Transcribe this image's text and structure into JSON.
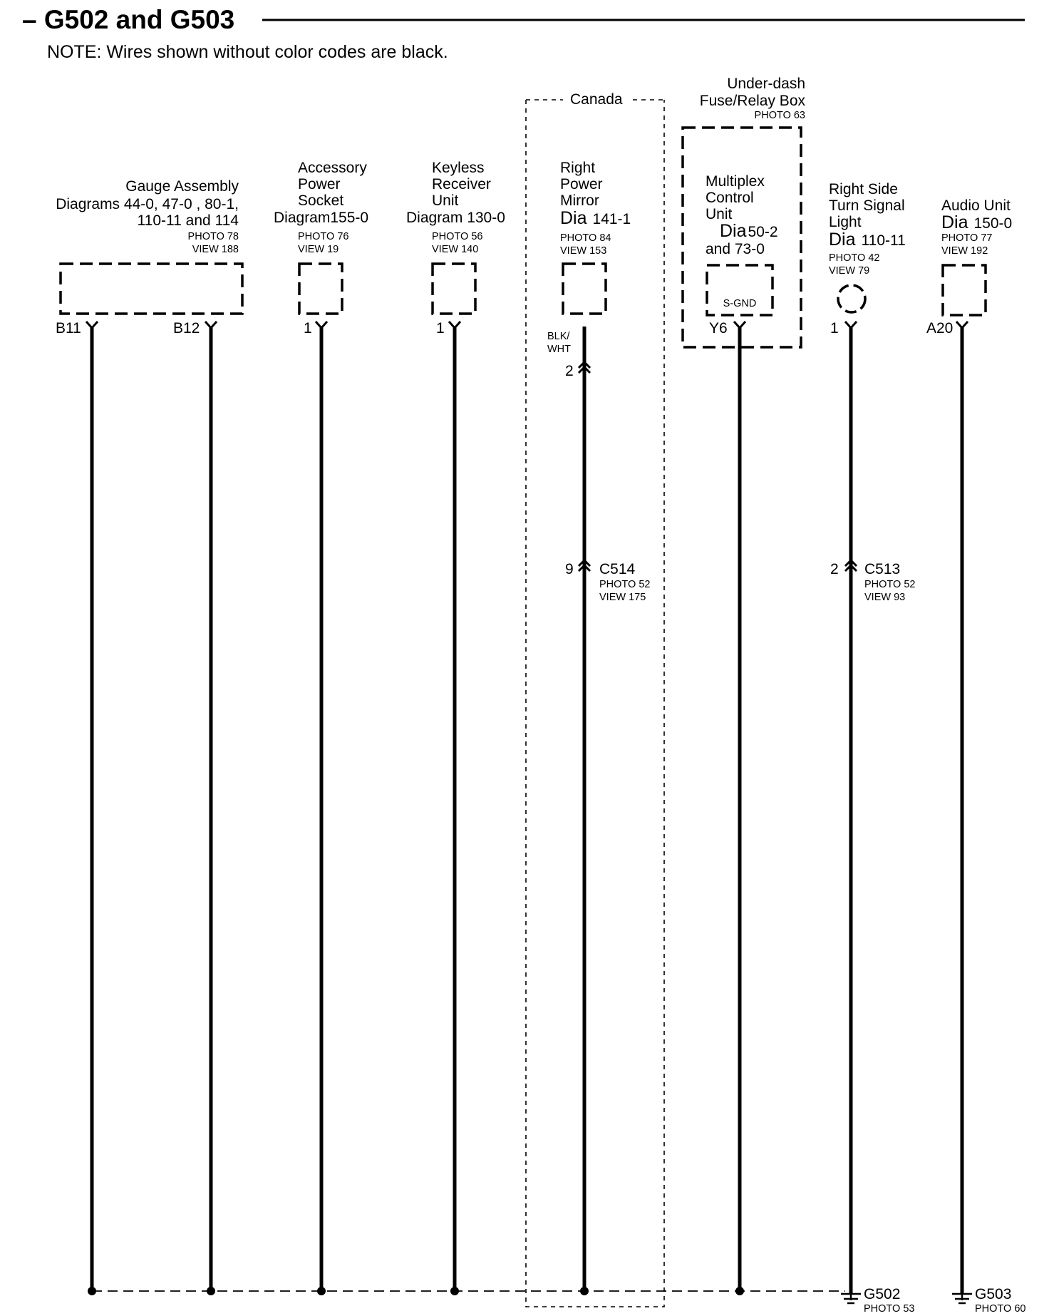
{
  "title": "– G502 and G503",
  "note": "NOTE: Wires shown without color codes are black.",
  "option_region": {
    "label": "Canada"
  },
  "fuse_box": {
    "lines": [
      "Under-dash",
      "Fuse/Relay Box"
    ],
    "photo": "PHOTO 63"
  },
  "components": [
    {
      "id": "gauge",
      "name_lines": [
        "Gauge Assembly"
      ],
      "diagram_lines": [
        "Diagrams 44-0, 47-0 , 80-1,",
        "110-11 and 114"
      ],
      "photo": "PHOTO 78",
      "view": "VIEW 188",
      "pins": [
        "B11",
        "B12"
      ]
    },
    {
      "id": "accessory-socket",
      "name_lines": [
        "Accessory",
        "Power",
        "Socket"
      ],
      "diagram_lines": [
        "Diagram155-0"
      ],
      "photo": "PHOTO 76",
      "view": "VIEW 19",
      "pins": [
        "1"
      ]
    },
    {
      "id": "keyless-receiver",
      "name_lines": [
        "Keyless",
        "Receiver",
        "Unit"
      ],
      "diagram_lines": [
        "Diagram 130-0"
      ],
      "photo": "PHOTO 56",
      "view": "VIEW 140",
      "pins": [
        "1"
      ]
    },
    {
      "id": "right-mirror",
      "name_lines": [
        "Right",
        "Power",
        "Mirror"
      ],
      "dia_prefix": "Dia",
      "dia_num": "141-1",
      "photo": "PHOTO 84",
      "view": "VIEW 153",
      "wire_color": [
        "BLK/",
        "WHT"
      ],
      "pins": [
        "2",
        "9"
      ],
      "connector": {
        "name": "C514",
        "photo": "PHOTO 52",
        "view": "VIEW 175"
      }
    },
    {
      "id": "mpcu",
      "name_lines": [
        "Multiplex",
        "Control",
        "Unit"
      ],
      "dia_prefix": "Dia",
      "dia_num": "50-2",
      "dia_extra": "and 73-0",
      "inner_label": "S-GND",
      "pins": [
        "Y6"
      ]
    },
    {
      "id": "turn-signal",
      "name_lines": [
        "Right Side",
        "Turn Signal",
        "Light"
      ],
      "dia_prefix": "Dia",
      "dia_num": "110-11",
      "photo": "PHOTO 42",
      "view": "VIEW 79",
      "pins": [
        "1",
        "2"
      ],
      "connector": {
        "name": "C513",
        "photo": "PHOTO 52",
        "view": "VIEW 93"
      }
    },
    {
      "id": "audio-unit",
      "name_lines": [
        "Audio Unit"
      ],
      "dia_prefix": "Dia",
      "dia_num": "150-0",
      "photo": "PHOTO 77",
      "view": "VIEW 192",
      "pins": [
        "A20"
      ]
    }
  ],
  "grounds": [
    {
      "name": "G502",
      "photo": "PHOTO 53"
    },
    {
      "name": "G503",
      "photo": "PHOTO 60"
    }
  ]
}
